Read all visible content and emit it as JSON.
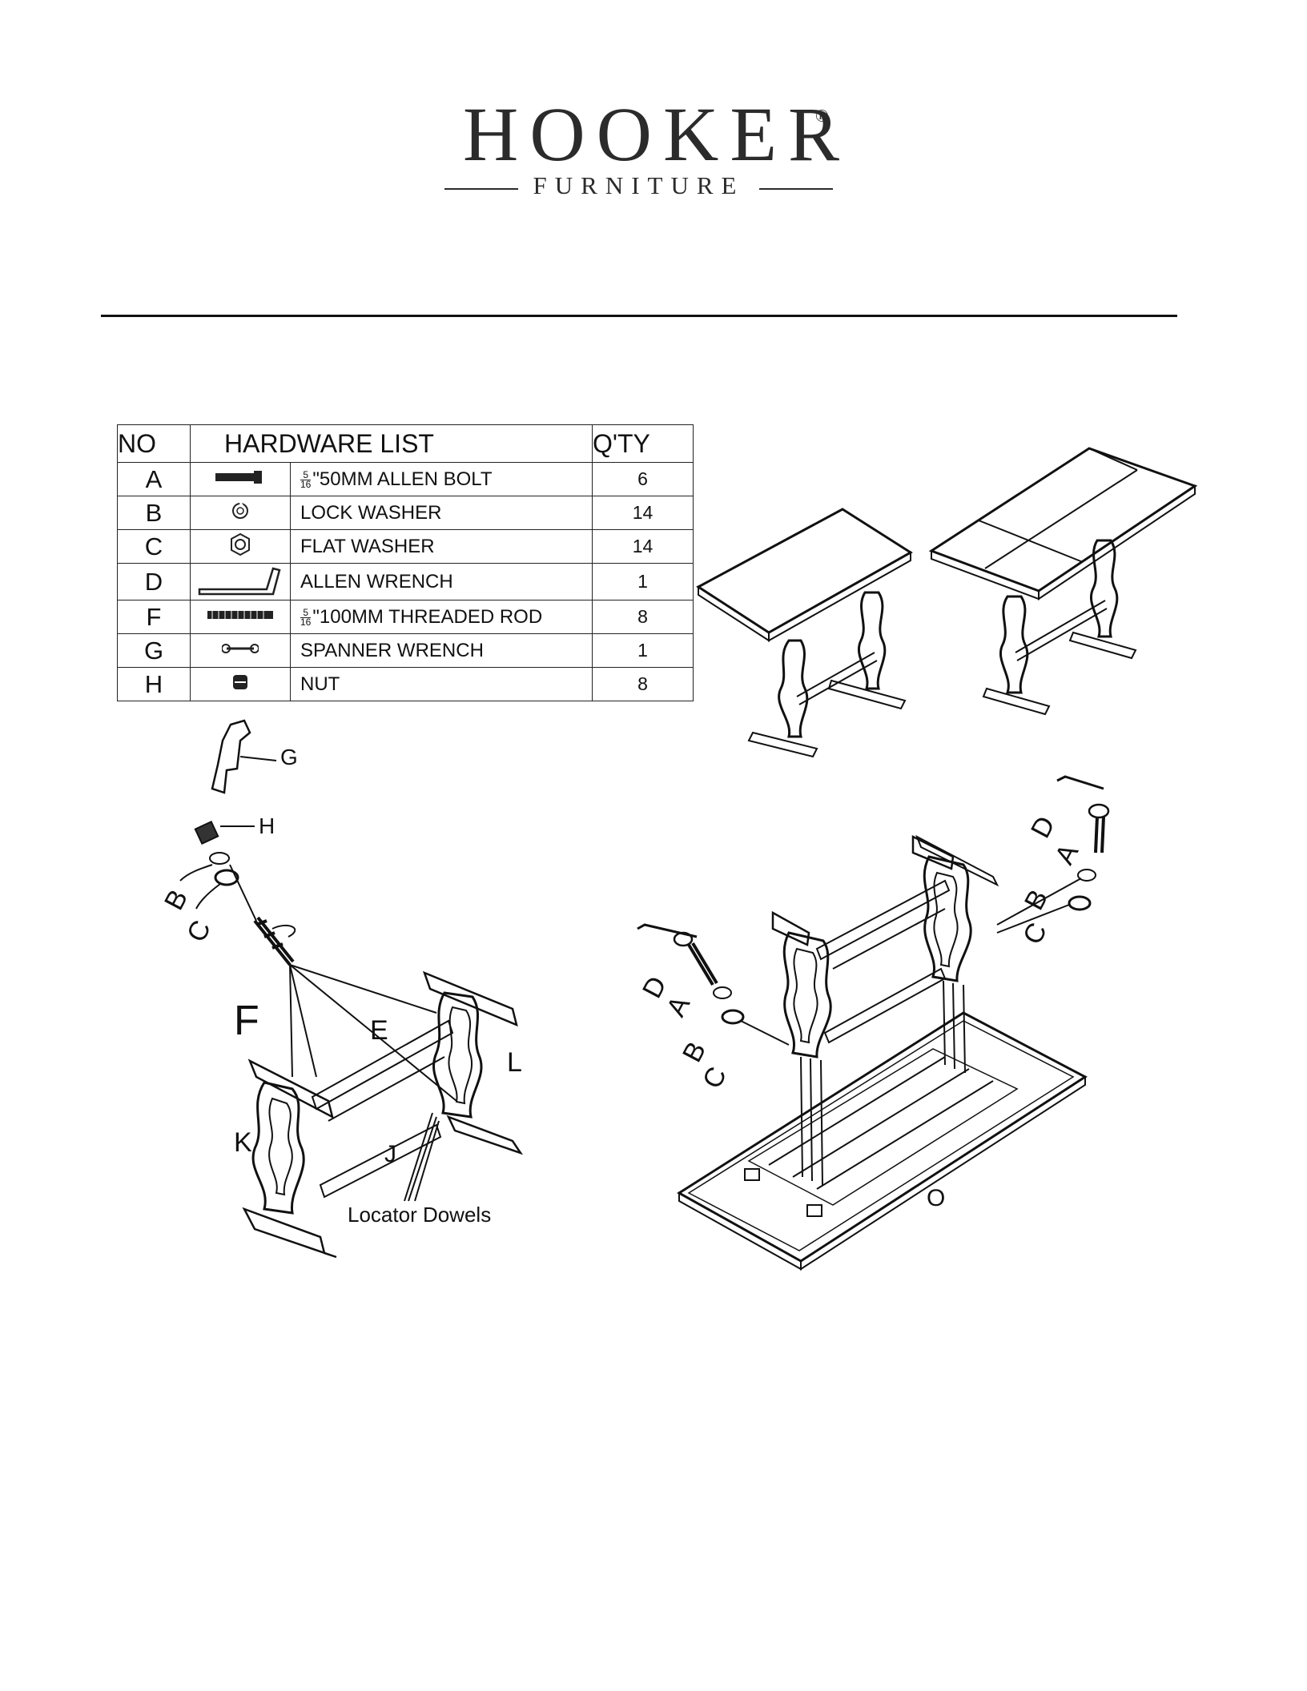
{
  "header": {
    "brand": "HOOKER",
    "brand_mark": "®",
    "brand_sub": "FURNITURE"
  },
  "hardware_table": {
    "headers": {
      "no": "NO",
      "list": "HARDWARE LIST",
      "qty": "Q'TY"
    },
    "rows": [
      {
        "no": "A",
        "icon": "allen-bolt-icon",
        "fraction": [
          "5",
          "16"
        ],
        "name": "\"50MM ALLEN BOLT",
        "qty": "6"
      },
      {
        "no": "B",
        "icon": "lock-washer-icon",
        "fraction": null,
        "name": "LOCK WASHER",
        "qty": "14"
      },
      {
        "no": "C",
        "icon": "flat-washer-icon",
        "fraction": null,
        "name": "FLAT WASHER",
        "qty": "14"
      },
      {
        "no": "D",
        "icon": "allen-wrench-icon",
        "fraction": null,
        "name": "ALLEN WRENCH",
        "qty": "1"
      },
      {
        "no": "F",
        "icon": "threaded-rod-icon",
        "fraction": [
          "5",
          "16"
        ],
        "name": "\"100MM THREADED ROD",
        "qty": "8"
      },
      {
        "no": "G",
        "icon": "spanner-wrench-icon",
        "fraction": null,
        "name": "SPANNER WRENCH",
        "qty": "1"
      },
      {
        "no": "H",
        "icon": "nut-icon",
        "fraction": null,
        "name": "NUT",
        "qty": "8"
      }
    ]
  },
  "diagram_labels": {
    "left": {
      "g": "G",
      "h": "H",
      "b": "B",
      "c": "C",
      "f": "F",
      "e": "E",
      "l": "L",
      "k": "K",
      "j": "J",
      "dowels": "Locator Dowels"
    },
    "right": {
      "d1": "D",
      "a1": "A",
      "b1": "B",
      "c1": "C",
      "d2": "D",
      "a2": "A",
      "b2": "B",
      "c2": "C",
      "o": "O"
    }
  },
  "colors": {
    "ink": "#111111",
    "logo": "#2b2b2b"
  }
}
